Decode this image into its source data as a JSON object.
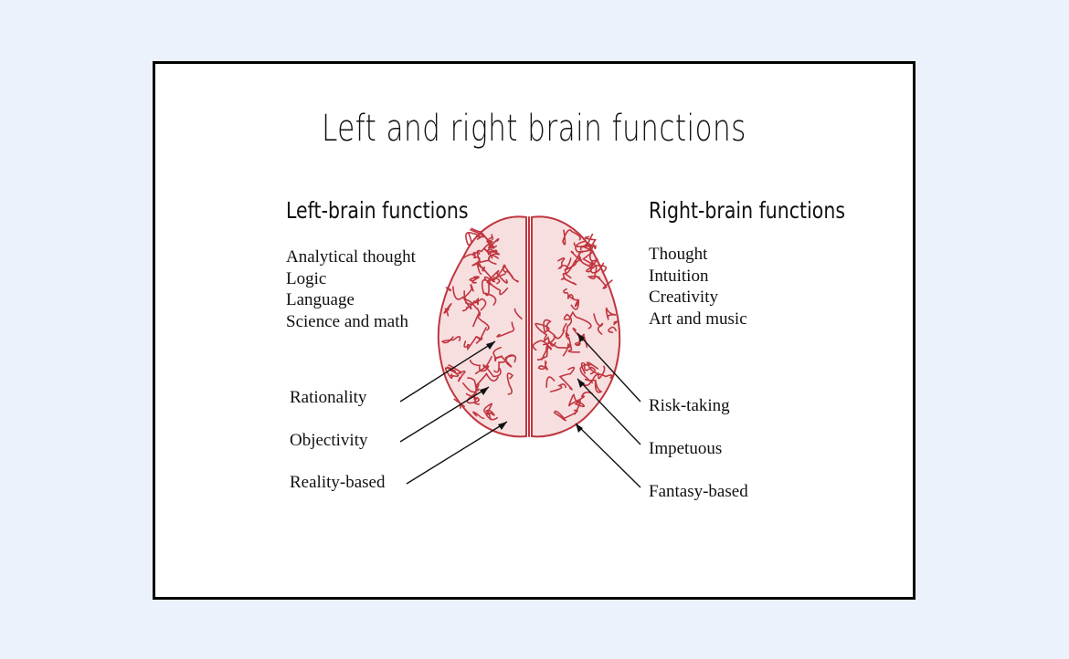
{
  "title": "Left and right brain functions",
  "colors": {
    "page_background": "#ecf2fb",
    "brain_fill": "#f7dfe0",
    "brain_stroke": "#c0363f"
  },
  "left": {
    "heading": "Left-brain functions",
    "items": [
      "Analytical thought",
      "Logic",
      "Language",
      "Science and math"
    ],
    "traits": [
      "Rationality",
      "Objectivity",
      "Reality-based"
    ]
  },
  "right": {
    "heading": "Right-brain functions",
    "items": [
      "Thought",
      "Intuition",
      "Creativity",
      "Art and music"
    ],
    "traits": [
      "Risk-taking",
      "Impetuous",
      "Fantasy-based"
    ]
  }
}
